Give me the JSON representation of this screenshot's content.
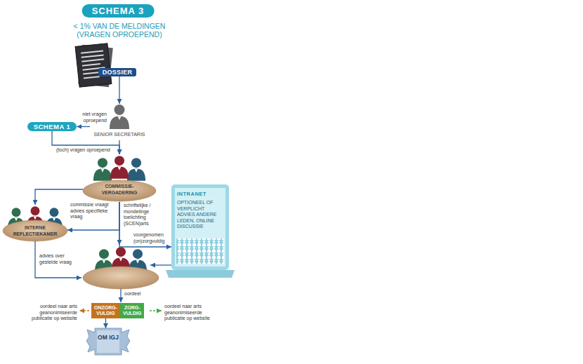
{
  "diagram": {
    "title": "SCHEMA 3",
    "nodes": [
      {
        "text": [
          "DOSSIER"
        ]
      },
      {
        "text": [
          "SENIOR SECRETARIS"
        ]
      },
      {
        "text": [
          "SCHEMA 1"
        ]
      },
      {
        "text": [
          "COMMISSIE- VERGADERING"
        ]
      },
      {
        "text": [
          "INTERNE REFLECTIEKAMER"
        ]
      },
      {
        "text": [
          "INTRANET",
          "OPTIONEEL OF VERPLICHT ADVIES ANDERE LEDEN, ONLINE DISCUSSIE"
        ]
      },
      {
        "text": [
          "ONZORG- VULDIG"
        ]
      },
      {
        "text": [
          "ZORG- VULDIG"
        ]
      },
      {
        "text": [
          "OM IGJ"
        ]
      }
    ],
    "edges": [
      {
        "from": 0,
        "to": 1,
        "arrow": "to"
      },
      {
        "from": 1,
        "to": 2,
        "label": "niet vragen oproepend",
        "arrow": "to"
      },
      {
        "from": 2,
        "to": 3,
        "label": "(toch) vragen oproepend",
        "arrow": "to"
      },
      {
        "from": 1,
        "to": 3,
        "arrow": "to"
      },
      {
        "from": 3,
        "to": 4,
        "arrow": "to"
      },
      {
        "from": 3,
        "to": 4,
        "label": "commissie vraagt advies specifieke vraag",
        "arrow": "to"
      },
      {
        "from": 3,
        "to": 5,
        "label": "voorgenomen (on)zorgvuldig",
        "arrow": "to"
      },
      {
        "from": 6,
        "to": 8,
        "arrow": "to"
      }
    ],
    "labels": [
      "< 1% VAN DE MELDINGEN (VRAGEN OPROEPEND)",
      "schriftelijke / mondelinge toelichting (SCEN)arts",
      "advies over gestelde vraag",
      "oordeel",
      "oordeel naar arts geanonimiseerde publicatie op website",
      "oordeel naar arts geanonimiseerde publicatie op website"
    ]
  }
}
